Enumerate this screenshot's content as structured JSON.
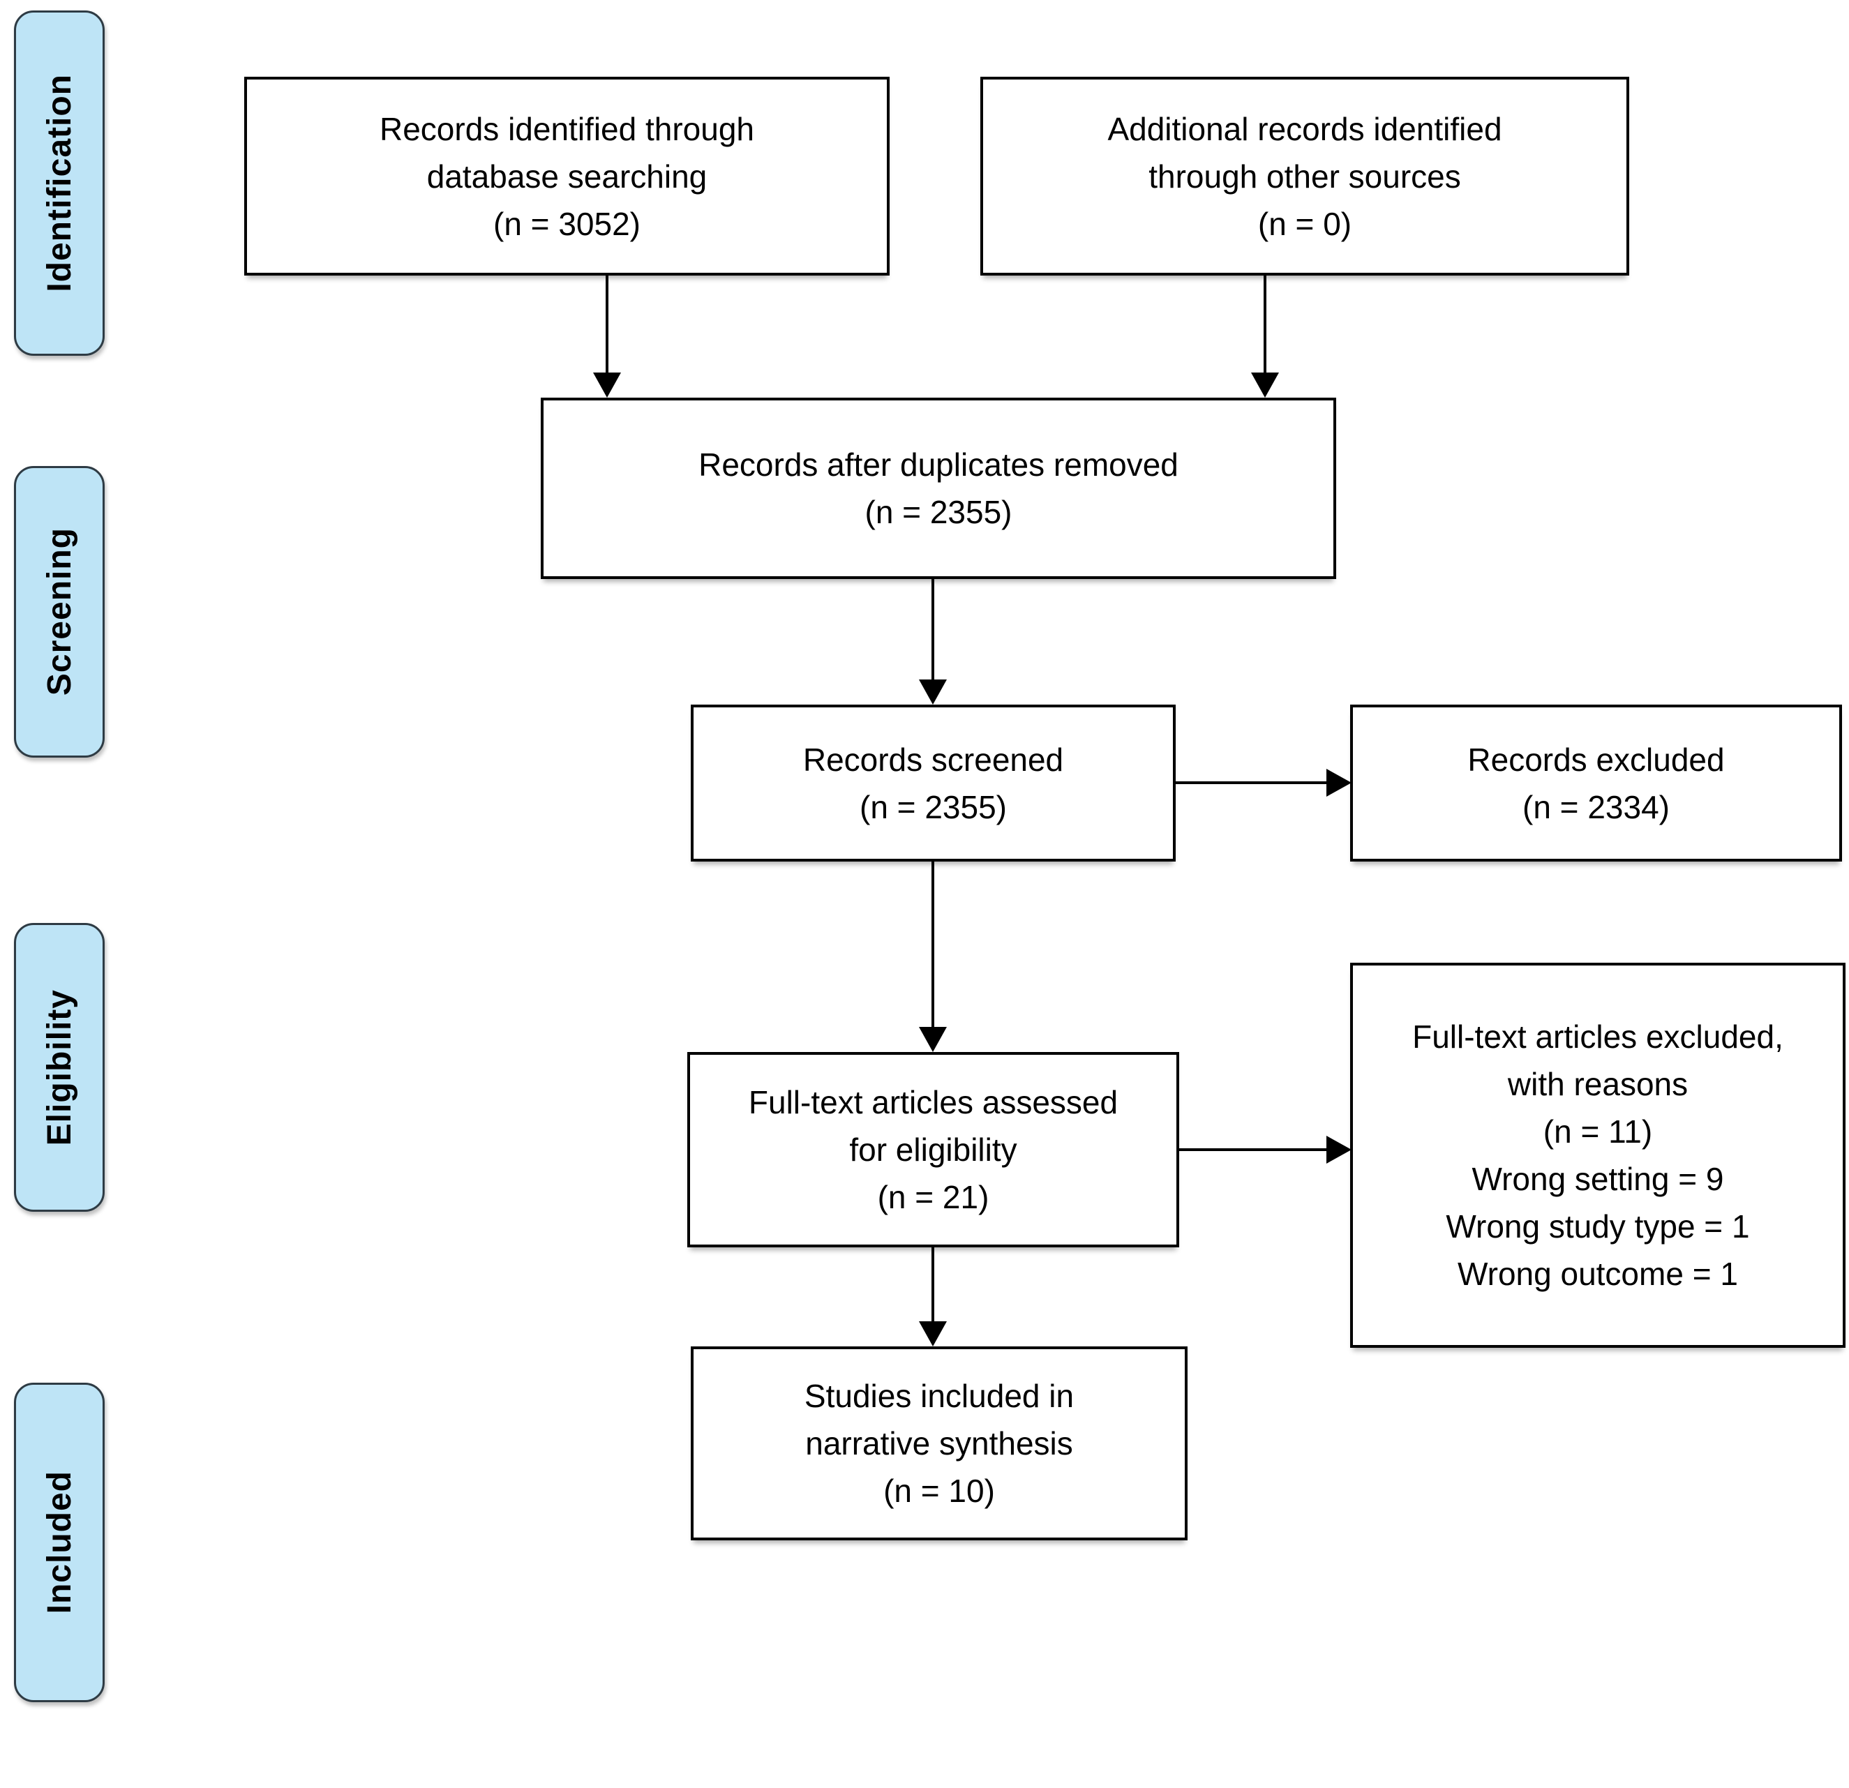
{
  "diagram": {
    "type": "prisma-flow",
    "stages": [
      {
        "label": "Identification"
      },
      {
        "label": "Screening"
      },
      {
        "label": "Eligibility"
      },
      {
        "label": "Included"
      }
    ],
    "nodes": [
      {
        "id": "records-identified",
        "text": "Records identified through\ndatabase searching\n(n = 3052)",
        "n": 3052
      },
      {
        "id": "additional-records",
        "text": "Additional records identified\nthrough other sources\n(n = 0)",
        "n": 0
      },
      {
        "id": "records-after-duplicates",
        "text": "Records after duplicates removed\n(n = 2355)",
        "n": 2355
      },
      {
        "id": "records-screened",
        "text": "Records screened\n(n = 2355)",
        "n": 2355
      },
      {
        "id": "records-excluded",
        "text": "Records excluded\n(n = 2334)",
        "n": 2334
      },
      {
        "id": "fulltext-assessed",
        "text": "Full-text articles assessed\nfor eligibility\n(n = 21)",
        "n": 21
      },
      {
        "id": "fulltext-excluded",
        "text": "Full-text articles excluded,\nwith reasons\n(n = 11)\nWrong setting = 9\nWrong study type = 1\nWrong outcome = 1",
        "n": 11,
        "reasons": [
          {
            "label": "Wrong setting",
            "n": 9
          },
          {
            "label": "Wrong study type",
            "n": 1
          },
          {
            "label": "Wrong outcome",
            "n": 1
          }
        ]
      },
      {
        "id": "studies-included",
        "text": "Studies included in\nnarrative synthesis\n(n = 10)",
        "n": 10
      }
    ],
    "colors": {
      "stage_fill": "#BEE4F6",
      "stage_border": "#2E3B44",
      "node_border": "#000000",
      "arrow": "#000000",
      "text": "#000000",
      "background": "#FFFFFF"
    }
  }
}
